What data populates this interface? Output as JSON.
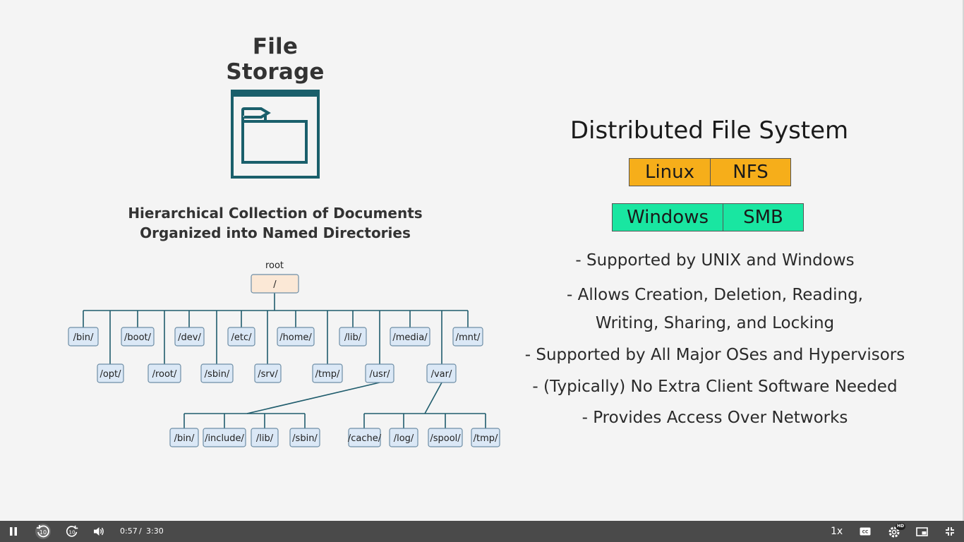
{
  "slide": {
    "left_title": "File Storage",
    "description_line1": "Hierarchical Collection of Documents",
    "description_line2": "Organized into Named Directories",
    "tree": {
      "root_caption": "root",
      "root": "/",
      "level1_top": [
        "/bin/",
        "/boot/",
        "/dev/",
        "/etc/",
        "/home/",
        "/lib/",
        "/media/",
        "/mnt/"
      ],
      "level1_bottom": [
        "/opt/",
        "/root/",
        "/sbin/",
        "/srv/",
        "/tmp/",
        "/usr/",
        "/var/"
      ],
      "usr_children": [
        "/bin/",
        "/include/",
        "/lib/",
        "/sbin/"
      ],
      "var_children": [
        "/cache/",
        "/log/",
        "/spool/",
        "/tmp/"
      ]
    },
    "right_title": "Distributed File System",
    "protocols": [
      {
        "os": "Linux",
        "protocol": "NFS",
        "color": "#f6ae1a"
      },
      {
        "os": "Windows",
        "protocol": "SMB",
        "color": "#19e6a1"
      }
    ],
    "bullets": [
      "- Supported by UNIX and Windows",
      "- Allows Creation, Deletion, Reading,",
      "Writing, Sharing, and Locking",
      "- Supported by All Major OSes and Hypervisors",
      "- (Typically) No Extra Client Software Needed",
      "- Provides Access Over Networks"
    ],
    "icon_color": "#1a5f6b"
  },
  "player": {
    "current_time": "0:57",
    "separator": "/",
    "duration": "3:30",
    "speed": "1x",
    "skip_back_seconds": "10",
    "skip_forward_seconds": "10",
    "quality_badge": "HD",
    "controls": [
      "pause-icon",
      "rewind-10-icon",
      "forward-10-icon",
      "volume-icon",
      "captions-icon",
      "settings-icon",
      "picture-in-picture-icon",
      "exit-fullscreen-icon"
    ]
  }
}
